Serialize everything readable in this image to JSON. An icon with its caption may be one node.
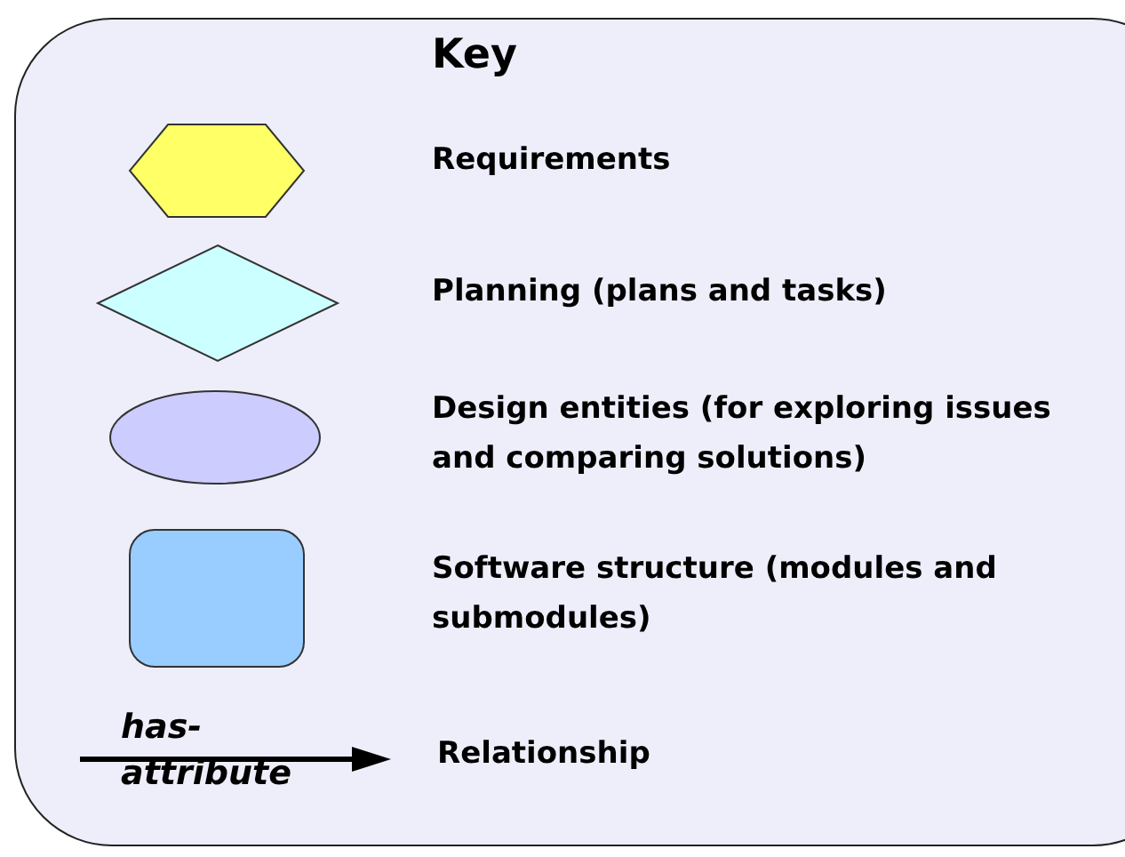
{
  "diagram": {
    "title": "Key",
    "legend": [
      {
        "text": "Requirements",
        "color": "#ffff66"
      },
      {
        "text": "Planning (plans and tasks)",
        "color": "#ccffff"
      },
      {
        "text": "Design entities (for exploring issues and comparing solutions)",
        "color": "#ccccff"
      },
      {
        "text": "Software structure (modules and submodules)",
        "color": "#99ccff"
      },
      {
        "text": "Relationship"
      }
    ],
    "labels": [
      "has-attribute"
    ]
  }
}
